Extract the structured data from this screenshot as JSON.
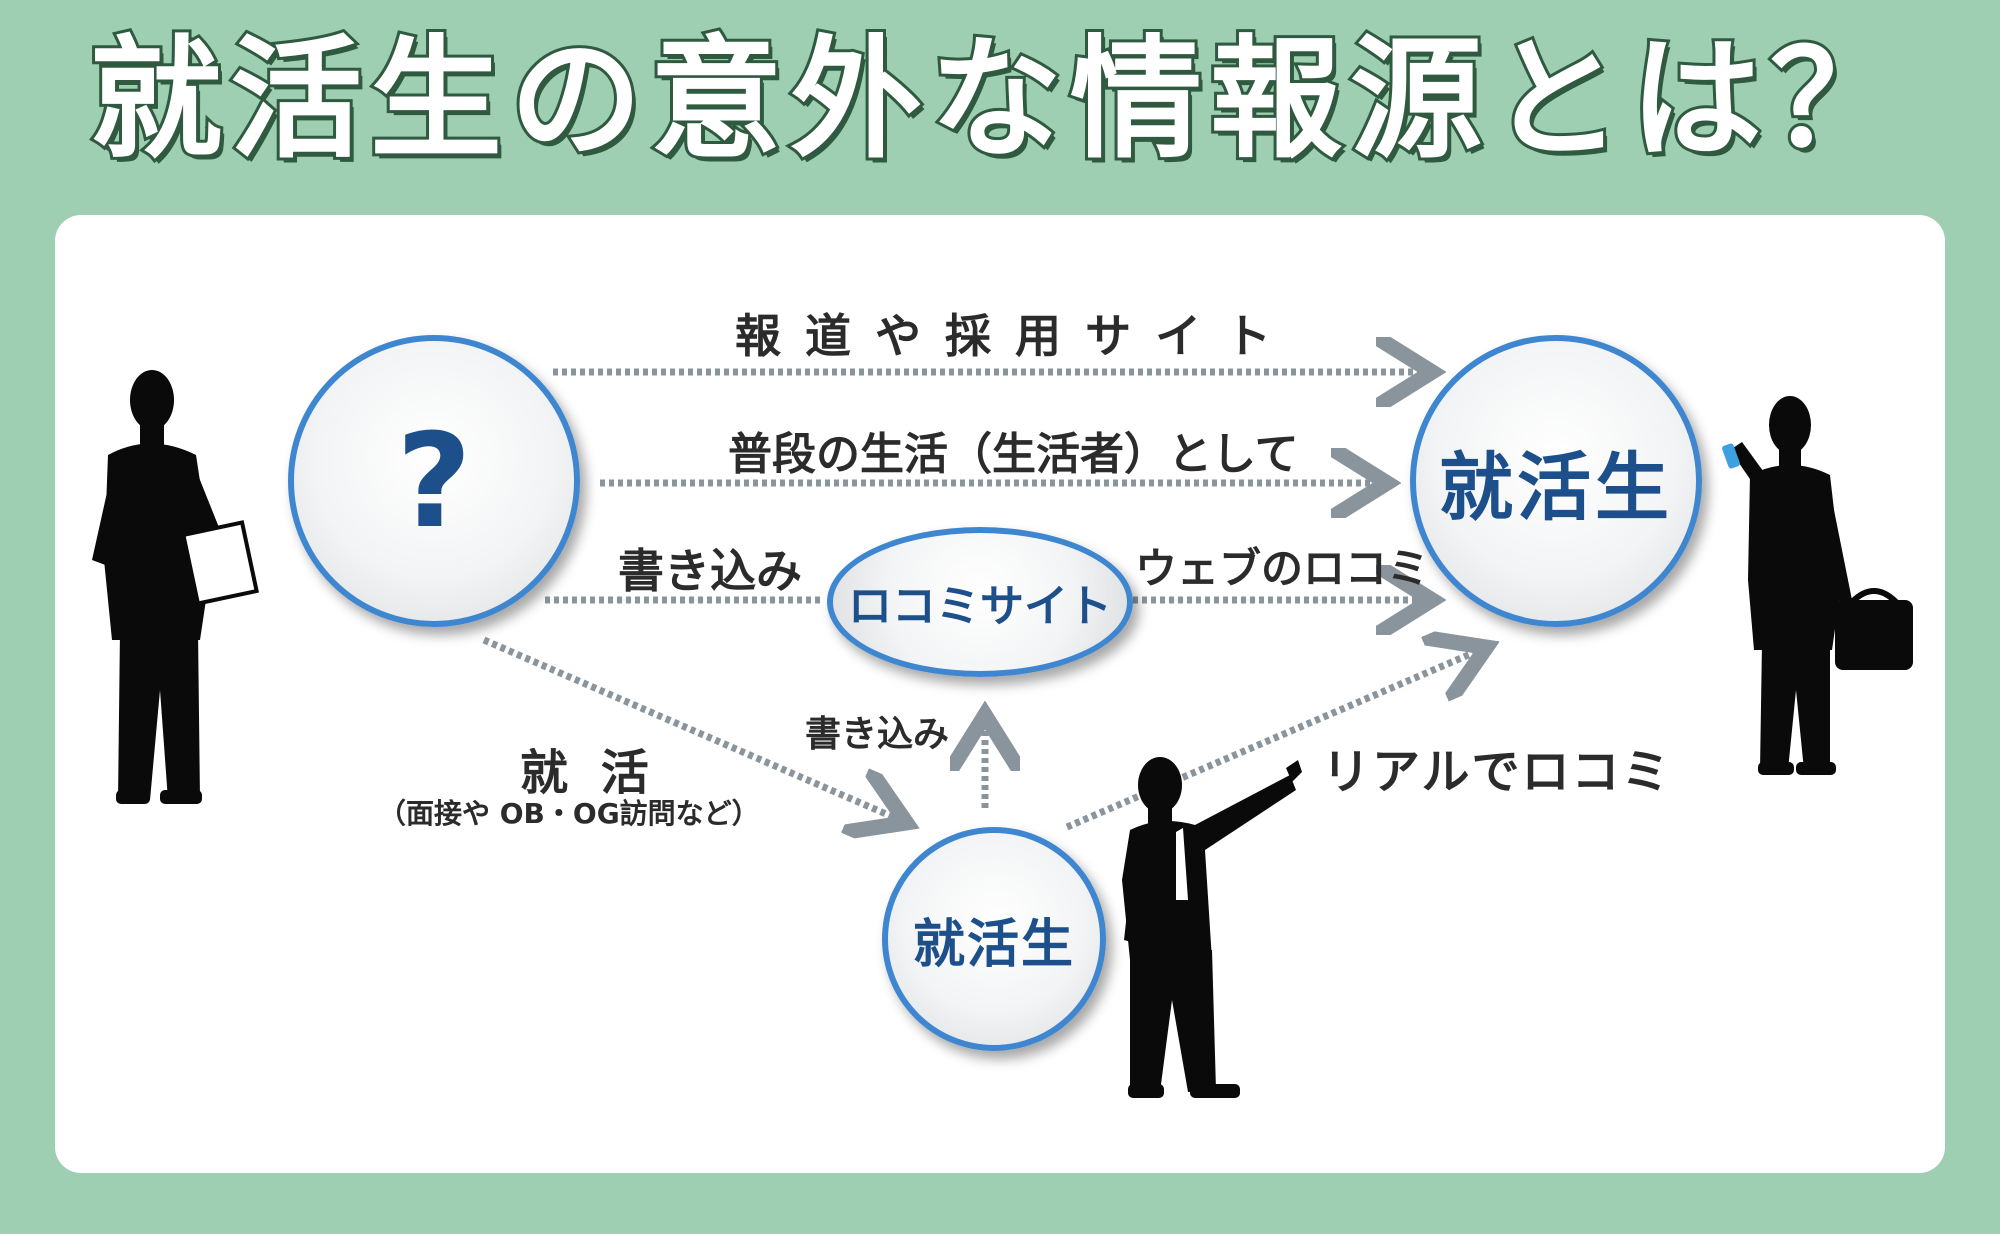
{
  "title": "就活生の意外な情報源とは？",
  "nodes": {
    "question": "?",
    "student_right": "就活生",
    "kuchikomi_site": "ロコミサイト",
    "student_bottom": "就活生"
  },
  "edges": {
    "news_recruit": "報 道 や 採 用 サ イ ト",
    "daily_life": "普段の生活（生活者）として",
    "write_in_left": "書き込み",
    "web_kuchikomi": "ウェブのロコミ",
    "write_in_bottom": "書き込み",
    "shukatsu": "就 活",
    "shukatsu_detail": "（面接や OB・OG訪問など）",
    "real_kuchikomi": "リアルでロコミ"
  },
  "colors": {
    "background": "#9fcfb2",
    "panel": "#ffffff",
    "circle_border": "#3f86d0",
    "node_text": "#1d4f8a",
    "arrow": "#8a949c",
    "silhouette": "#0a0a0a"
  }
}
